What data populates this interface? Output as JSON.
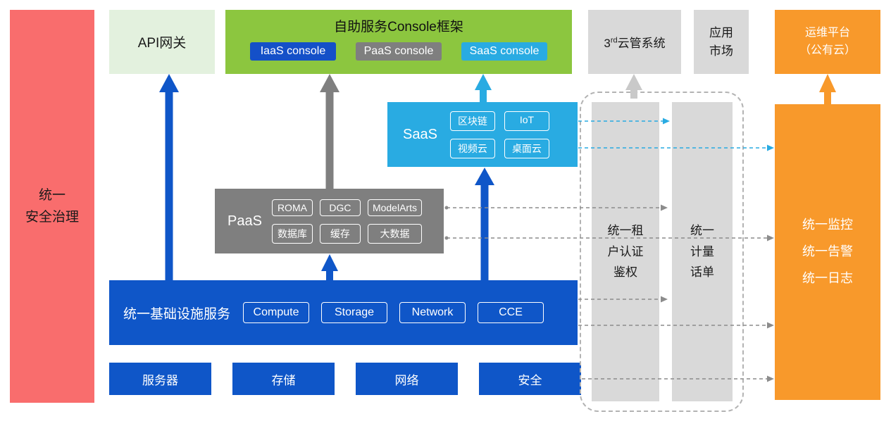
{
  "colors": {
    "security_red": "#F96D6D",
    "api_gateway_green": "#E3F1DE",
    "console_green": "#8CC63F",
    "iaas_blue": "#0F56C8",
    "paas_gray": "#7F7F7F",
    "saas_cyan": "#29ABE2",
    "panel_gray": "#D9D9D9",
    "ops_orange": "#F8992B"
  },
  "security_bar": {
    "label": "统一\n安全治理"
  },
  "api_gateway": {
    "label": "API网关"
  },
  "console_framework": {
    "title": "自助服务Console框架",
    "consoles": [
      "IaaS console",
      "PaaS console",
      "SaaS console"
    ]
  },
  "third_party_cloud": {
    "prefix": "3",
    "sup": "rd",
    "rest": "云管系统"
  },
  "app_market": {
    "label": "应用\n市场"
  },
  "ops_platform": {
    "label": "运维平台\n（公有云）"
  },
  "saas": {
    "label": "SaaS",
    "services": [
      "区块链",
      "IoT",
      "视频云",
      "桌面云"
    ]
  },
  "paas": {
    "label": "PaaS",
    "services": [
      "ROMA",
      "DGC",
      "ModelArts",
      "数据库",
      "缓存",
      "大数据"
    ]
  },
  "iaas": {
    "label": "统一基础设施服务",
    "services": [
      "Compute",
      "Storage",
      "Network",
      "CCE"
    ]
  },
  "hardware": {
    "items": [
      "服务器",
      "存储",
      "网络",
      "安全"
    ]
  },
  "auth_bar": {
    "label": "统一租\n户认证\n鉴权"
  },
  "metering_bar": {
    "label": "统一\n计量\n话单"
  },
  "monitoring_bar": {
    "label": "统一监控\n统一告警\n统一日志"
  }
}
